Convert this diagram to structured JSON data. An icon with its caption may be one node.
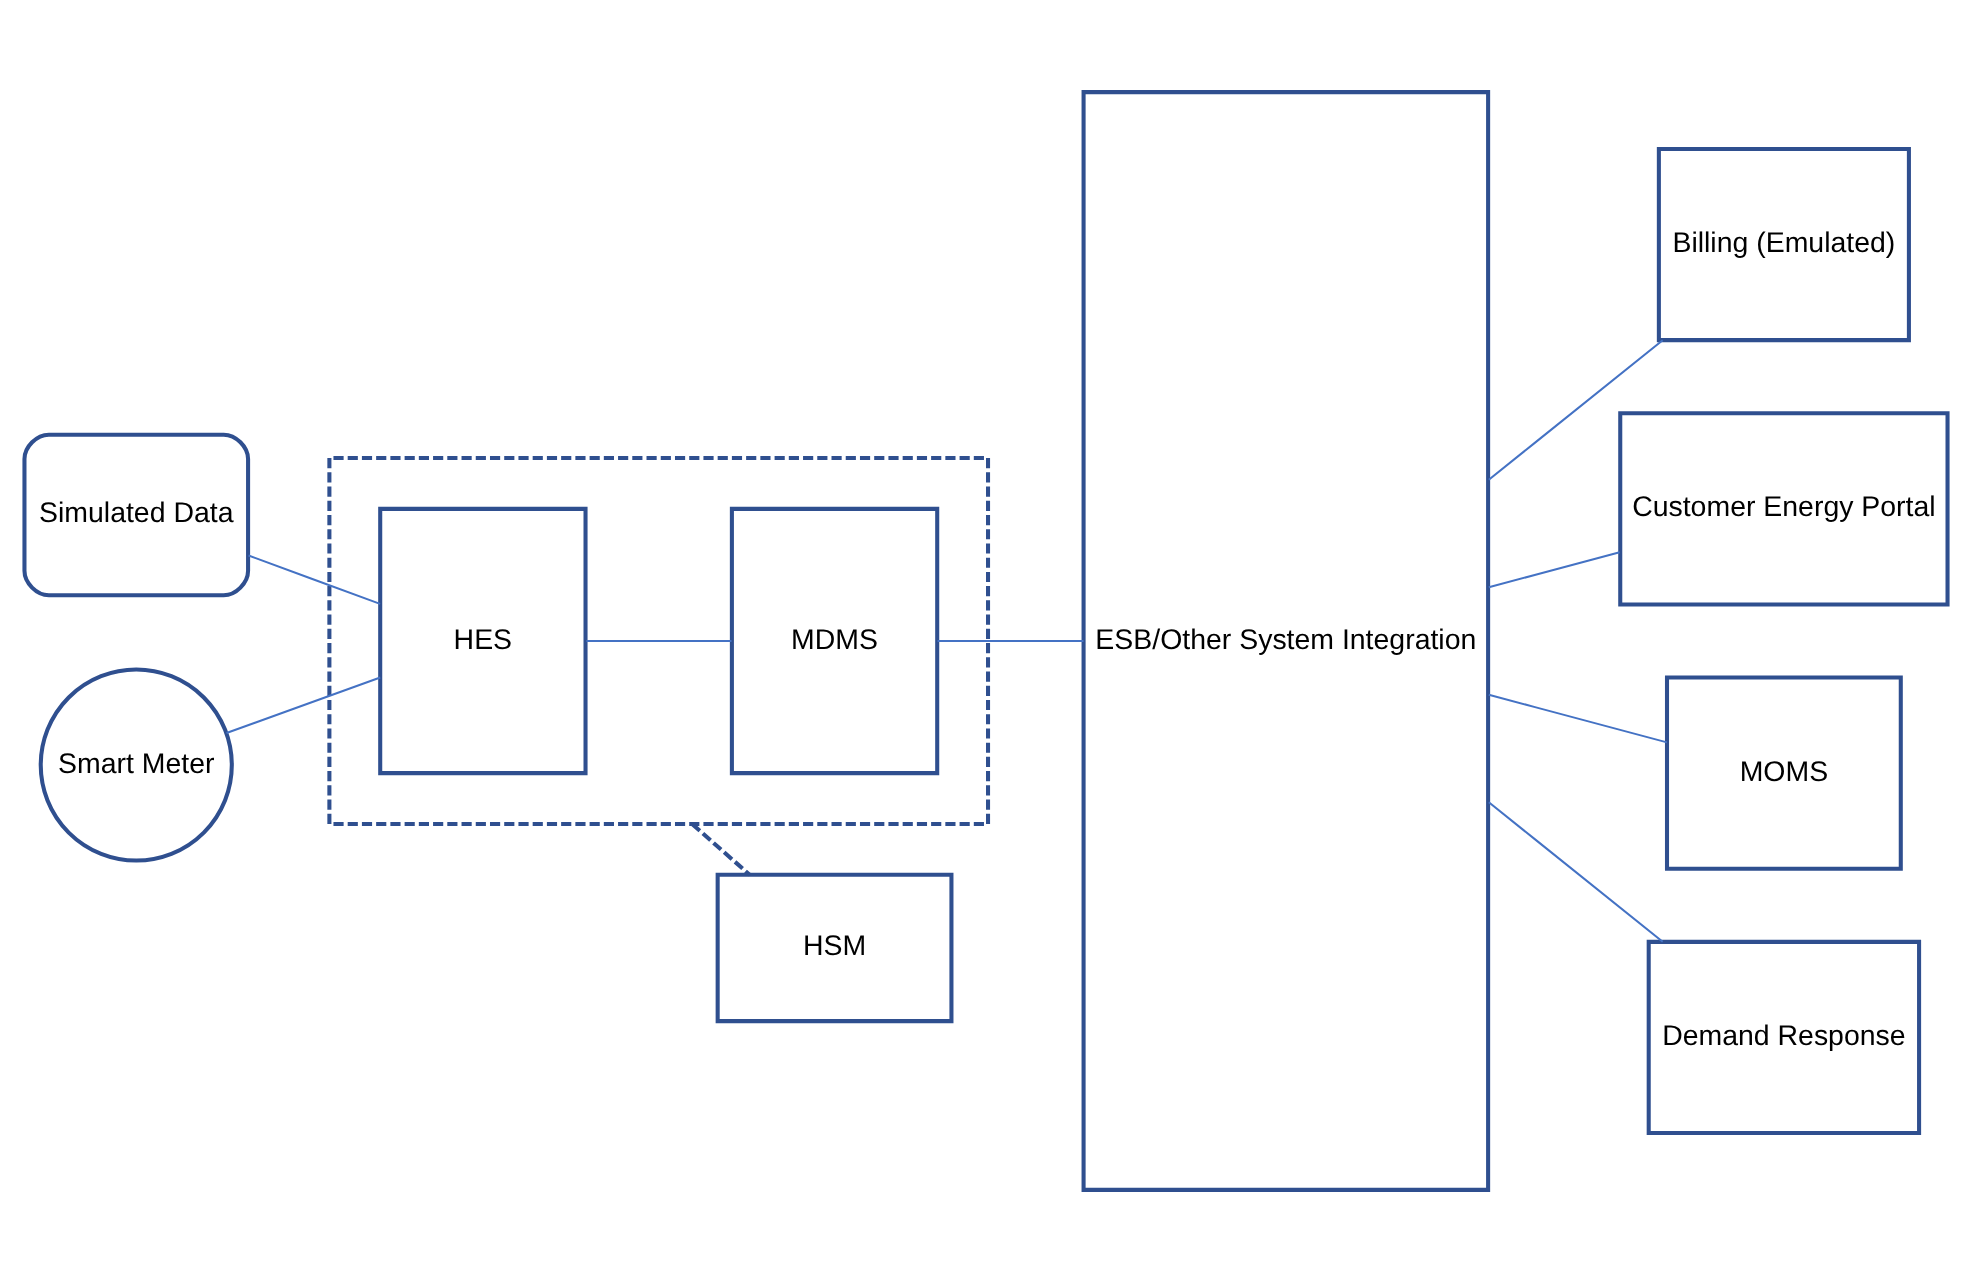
{
  "diagram": {
    "nodes": [
      {
        "text": [
          "Simulated Data"
        ]
      },
      {
        "text": [
          "Smart Meter"
        ]
      },
      {
        "text": [],
        "shape": "box"
      },
      {
        "text": [
          "HES"
        ],
        "in": 2
      },
      {
        "text": [
          "MDMS"
        ],
        "in": 2
      },
      {
        "text": [
          "HSM"
        ]
      },
      {
        "text": [
          "ESB/Other System Integration"
        ]
      },
      {
        "text": [
          "Billing (Emulated)"
        ]
      },
      {
        "text": [
          "Customer Energy Portal"
        ]
      },
      {
        "text": [
          "MOMS"
        ]
      },
      {
        "text": [
          "Demand Response"
        ]
      }
    ],
    "edges": [
      {
        "from": 0,
        "to": 3,
        "arrow": "none"
      },
      {
        "from": 1,
        "to": 3,
        "arrow": "none"
      },
      {
        "from": 3,
        "to": 4,
        "arrow": "none"
      },
      {
        "from": 4,
        "to": 6,
        "arrow": "none"
      },
      {
        "from": 2,
        "to": 5,
        "arrow": "none",
        "style": "dashed",
        "color": "#2f4f8f"
      },
      {
        "from": 6,
        "to": 7,
        "arrow": "none"
      },
      {
        "from": 6,
        "to": 8,
        "arrow": "none"
      },
      {
        "from": 6,
        "to": 9,
        "arrow": "none"
      },
      {
        "from": 6,
        "to": 10,
        "arrow": "none"
      }
    ]
  }
}
